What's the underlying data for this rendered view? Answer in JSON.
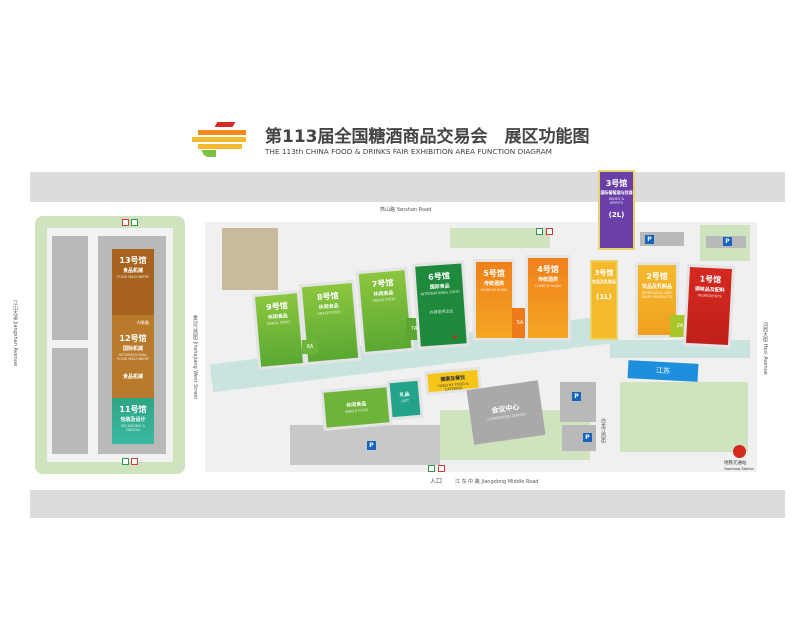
{
  "header": {
    "title_cn": "第113届全国糖酒商品交易会　展区功能图",
    "title_en": "THE 113th CHINA FOOD & DRINKS FAIR EXHIBITION AREA FUNCTION DIAGRAM"
  },
  "roads": {
    "yanshan": "燕山路 Yanshan Road",
    "jiangdong": "江 东 中 路 Jiangdong Middle Road",
    "jinshajiang": "金沙江西街 Jinshajiang West Street",
    "baolongjiang": "白龙江西街",
    "hexi": "河西大街 Hexi Avenue",
    "jiangshan": "江山大道 Jiangshan Avenue"
  },
  "halls": {
    "h13": {
      "num": "13号馆",
      "cn": "食品机械",
      "en": "FOOD MACHINERY"
    },
    "h12": {
      "num": "12号馆",
      "cn": "国际机械",
      "en": "INTERNATIONAL FOOD MACHINERY",
      "sub": "AI装备",
      "sub2": "食品机械"
    },
    "h11": {
      "num": "11号馆",
      "cn": "包装及设计",
      "en": "PACKAGING & DESIGN"
    },
    "h9": {
      "num": "9号馆",
      "cn": "休闲食品",
      "en": "SNACK FOOD"
    },
    "h8": {
      "num": "8号馆",
      "cn": "休闲食品",
      "en": "SNACK FOOD",
      "sub": "8A"
    },
    "h7": {
      "num": "7号馆",
      "cn": "休闲食品",
      "en": "SNACK FOOD",
      "sub": "7A"
    },
    "h6": {
      "num": "6号馆",
      "cn": "国际食品",
      "en": "INTERNATIONAL FOOD",
      "sub": "外商投资企业"
    },
    "h5": {
      "num": "5号馆",
      "cn": "传统酒类",
      "en": "CHINESE BAIJIU",
      "sub": "5A"
    },
    "h4": {
      "num": "4号馆",
      "cn": "传统酒类",
      "en": "CHINESE BAIJIU"
    },
    "h3u": {
      "num": "3号馆",
      "cn": "国际葡萄酒与烈酒",
      "en": "WINES & SPIRITS",
      "floor": "(2L)"
    },
    "h3l": {
      "num": "3号馆",
      "cn": "饮品及乳制品",
      "floor": "(1L)"
    },
    "h2": {
      "num": "2号馆",
      "cn": "饮品及乳制品",
      "en": "BEVERAGES AND DAIRY PRODUCTS",
      "sub": "2A"
    },
    "h1": {
      "num": "1号馆",
      "cn": "调味品及配料",
      "en": "INGREDIENTS"
    }
  },
  "outdoor": {
    "snack": "休闲食品",
    "snack_en": "SNACK FOOD",
    "gift": "礼品",
    "gift_en": "GIFT",
    "health": "健康及餐饮",
    "health_en": "HEALTHY FOOD & CATERING",
    "jiangsu": "江苏",
    "conf": "会议中心",
    "conf_en": "CONVENTION CENTER",
    "entrance": "入口",
    "metro": "地铁元通站",
    "metro_en": "Yuantong Station",
    "parking": "P"
  },
  "colors": {
    "green_light": "#7cc242",
    "green_dark": "#1f8a3c",
    "orange": "#f08a1c",
    "yellow": "#f5b92e",
    "red": "#d4291f",
    "purple": "#6b3fa8",
    "brown": "#a8631e",
    "teal": "#22a38a",
    "blue": "#1e8fdc"
  }
}
